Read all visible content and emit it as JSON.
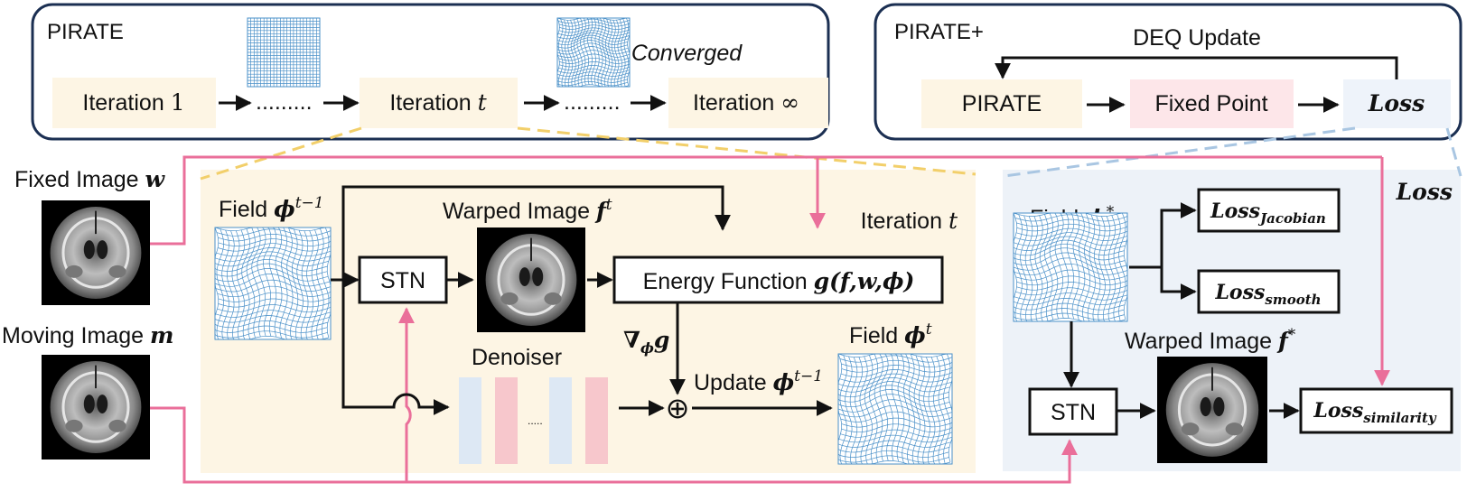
{
  "pirate_panel": {
    "title": "PIRATE",
    "converged_label": "Converged",
    "iter1_label": "Iteration",
    "iter1_value": "1",
    "dots1": ".........",
    "itert_label": "Iteration",
    "itert_var": "t",
    "dots2": ".........",
    "iterinf_label": "Iteration",
    "iterinf_var": "∞"
  },
  "pirate_plus_panel": {
    "title": "PIRATE+",
    "deq_label": "DEQ Update",
    "pirate_box": "PIRATE",
    "fixed_point_box": "Fixed Point",
    "loss_box": "Loss"
  },
  "left": {
    "fixed_image_label": "Fixed Image",
    "fixed_image_var": "w",
    "moving_image_label": "Moving Image",
    "moving_image_var": "m"
  },
  "iteration_panel": {
    "title": "Iteration",
    "title_var": "t",
    "field_prev_label": "Field",
    "field_prev_sym": "ϕ",
    "field_prev_sup": "t−1",
    "warped_label": "Warped Image",
    "warped_sym": "f",
    "warped_sup": "t",
    "stn_label": "STN",
    "energy_label": "Energy Function",
    "energy_formula": "g(f,w,ϕ)",
    "grad_sym": "∇",
    "grad_sub": "ϕ",
    "grad_var": "g",
    "denoiser_label": "Denoiser",
    "denoiser_dots": ".....",
    "oplus": "⊕",
    "update_label": "Update",
    "update_sym": "ϕ",
    "update_sup": "t−1",
    "field_out_label": "Field",
    "field_out_sym": "ϕ",
    "field_out_sup": "t"
  },
  "loss_panel": {
    "title": "Loss",
    "field_label": "Field",
    "field_sym": "ϕ",
    "field_sup": "*",
    "loss_jacobian_main": "Loss",
    "loss_jacobian_sub": "Jacobian",
    "loss_smooth_main": "Loss",
    "loss_smooth_sub": "smooth",
    "warped_label": "Warped Image",
    "warped_sym": "f",
    "warped_sup": "*",
    "stn_label": "STN",
    "loss_similarity_main": "Loss",
    "loss_similarity_sub": "similarity"
  },
  "colors": {
    "pink": "#ea6f9a",
    "yellow_dash": "#f2cf6a",
    "blue_dash": "#a9c6e2",
    "panel_border": "#1b2f52",
    "cream": "#fdf5e4",
    "pink_fill": "#fde6e9",
    "light_blue_fill": "#eef3fa",
    "loss_panel_fill": "#edf2f8",
    "grid_blue": "#4a90c8",
    "denoiser_blue": "#dde8f4",
    "denoiser_pink": "#f7c7cc"
  }
}
